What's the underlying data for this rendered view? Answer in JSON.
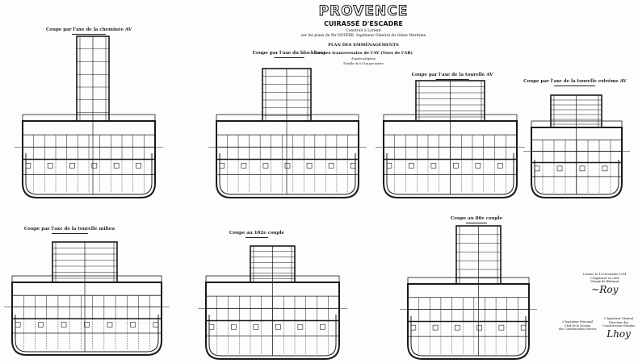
{
  "title_block": {
    "ship_name": "PROVENCE",
    "ship_type": "CUIRASSÉ D'ESCADRE",
    "built_at": "Construit à Lorient",
    "designer": "sur les plans de Mr DOYÈRE, Ingénieur Général du Génie Maritime",
    "plan_title": "PLAN DES EMMÉNAGEMENTS",
    "subtitle": "Coupes transversales de l'AV (Vues de l'AR)",
    "scale_note_1": "d'après adoption",
    "scale_note_2": "Echelle de 0,01m par mètre"
  },
  "sections": [
    {
      "label": "Coupe par l'axe de la cheminée AV"
    },
    {
      "label": "Coupe par l'axe du blockhaus"
    },
    {
      "label": "Coupe par l'axe de la tourelle AV"
    },
    {
      "label": "Coupe par l'axe de la tourelle extrême AV"
    },
    {
      "label": "Coupe par l'axe de la tourelle milieu"
    },
    {
      "label": "Coupe au 102e couple"
    },
    {
      "label": "Coupe au 86e couple"
    }
  ],
  "signatures": {
    "block1": [
      "Lorient, le 18 Novembre 1914",
      "L'Ingénieur en Chef",
      "Chargé du Bâtiment"
    ],
    "block2": [
      "L'Ingénieur Principal",
      "Chef de la Section",
      "des Constructions Neuves"
    ],
    "block3": [
      "L'Ingénieur Général",
      "Directeur des",
      "Constructions Navales"
    ]
  },
  "colors": {
    "ink": "#1a1a1a",
    "paper": "#fdfdfd"
  }
}
